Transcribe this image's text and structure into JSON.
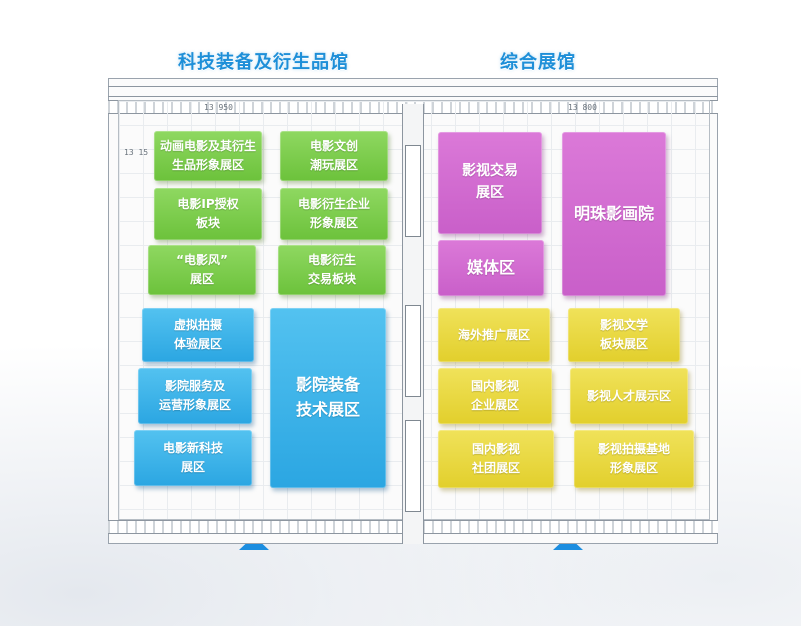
{
  "halls": {
    "left_title": "科技装备及衍生品馆",
    "right_title": "综合展馆"
  },
  "dimensions": {
    "top_left": "13 950",
    "top_right": "13 800",
    "left_side": "13 15"
  },
  "zones": {
    "animation_merch": "动画电影及其衍生\n生品形象展区",
    "film_cultural": "电影文创\n潮玩展区",
    "film_ip": "电影IP授权\n板块",
    "derivative_enterprise": "电影衍生企业\n形象展区",
    "film_style": "“电影风”\n展区",
    "derivative_trade": "电影衍生\n交易板块",
    "virtual_shooting": "虚拟拍摄\n体验展区",
    "cinema_services": "影院服务及\n运营形象展区",
    "film_tech": "电影新科技\n展区",
    "cinema_equipment": "影院装备\n技术展区",
    "film_trade": "影视交易\n展区",
    "pearl_cinema": "明珠影画院",
    "media": "媒体区",
    "overseas": "海外推广展区",
    "film_literature": "影视文学\n板块展区",
    "domestic_enterprise": "国内影视\n企业展区",
    "film_talent": "影视人才展示区",
    "domestic_groups": "国内影视\n社团展区",
    "shooting_base": "影视拍摄基地\n形象展区"
  },
  "colors": {
    "green": "#7acb47",
    "blue": "#35afe6",
    "purple": "#cf67cf",
    "yellow": "#e7d63c",
    "arrow": "#1d8ee0",
    "title": "#1e8fd8"
  },
  "icons": {
    "entrance_arrows": [
      "arrow-down-icon",
      "arrow-down-icon",
      "arrow-up-icon",
      "arrow-up-icon"
    ]
  }
}
